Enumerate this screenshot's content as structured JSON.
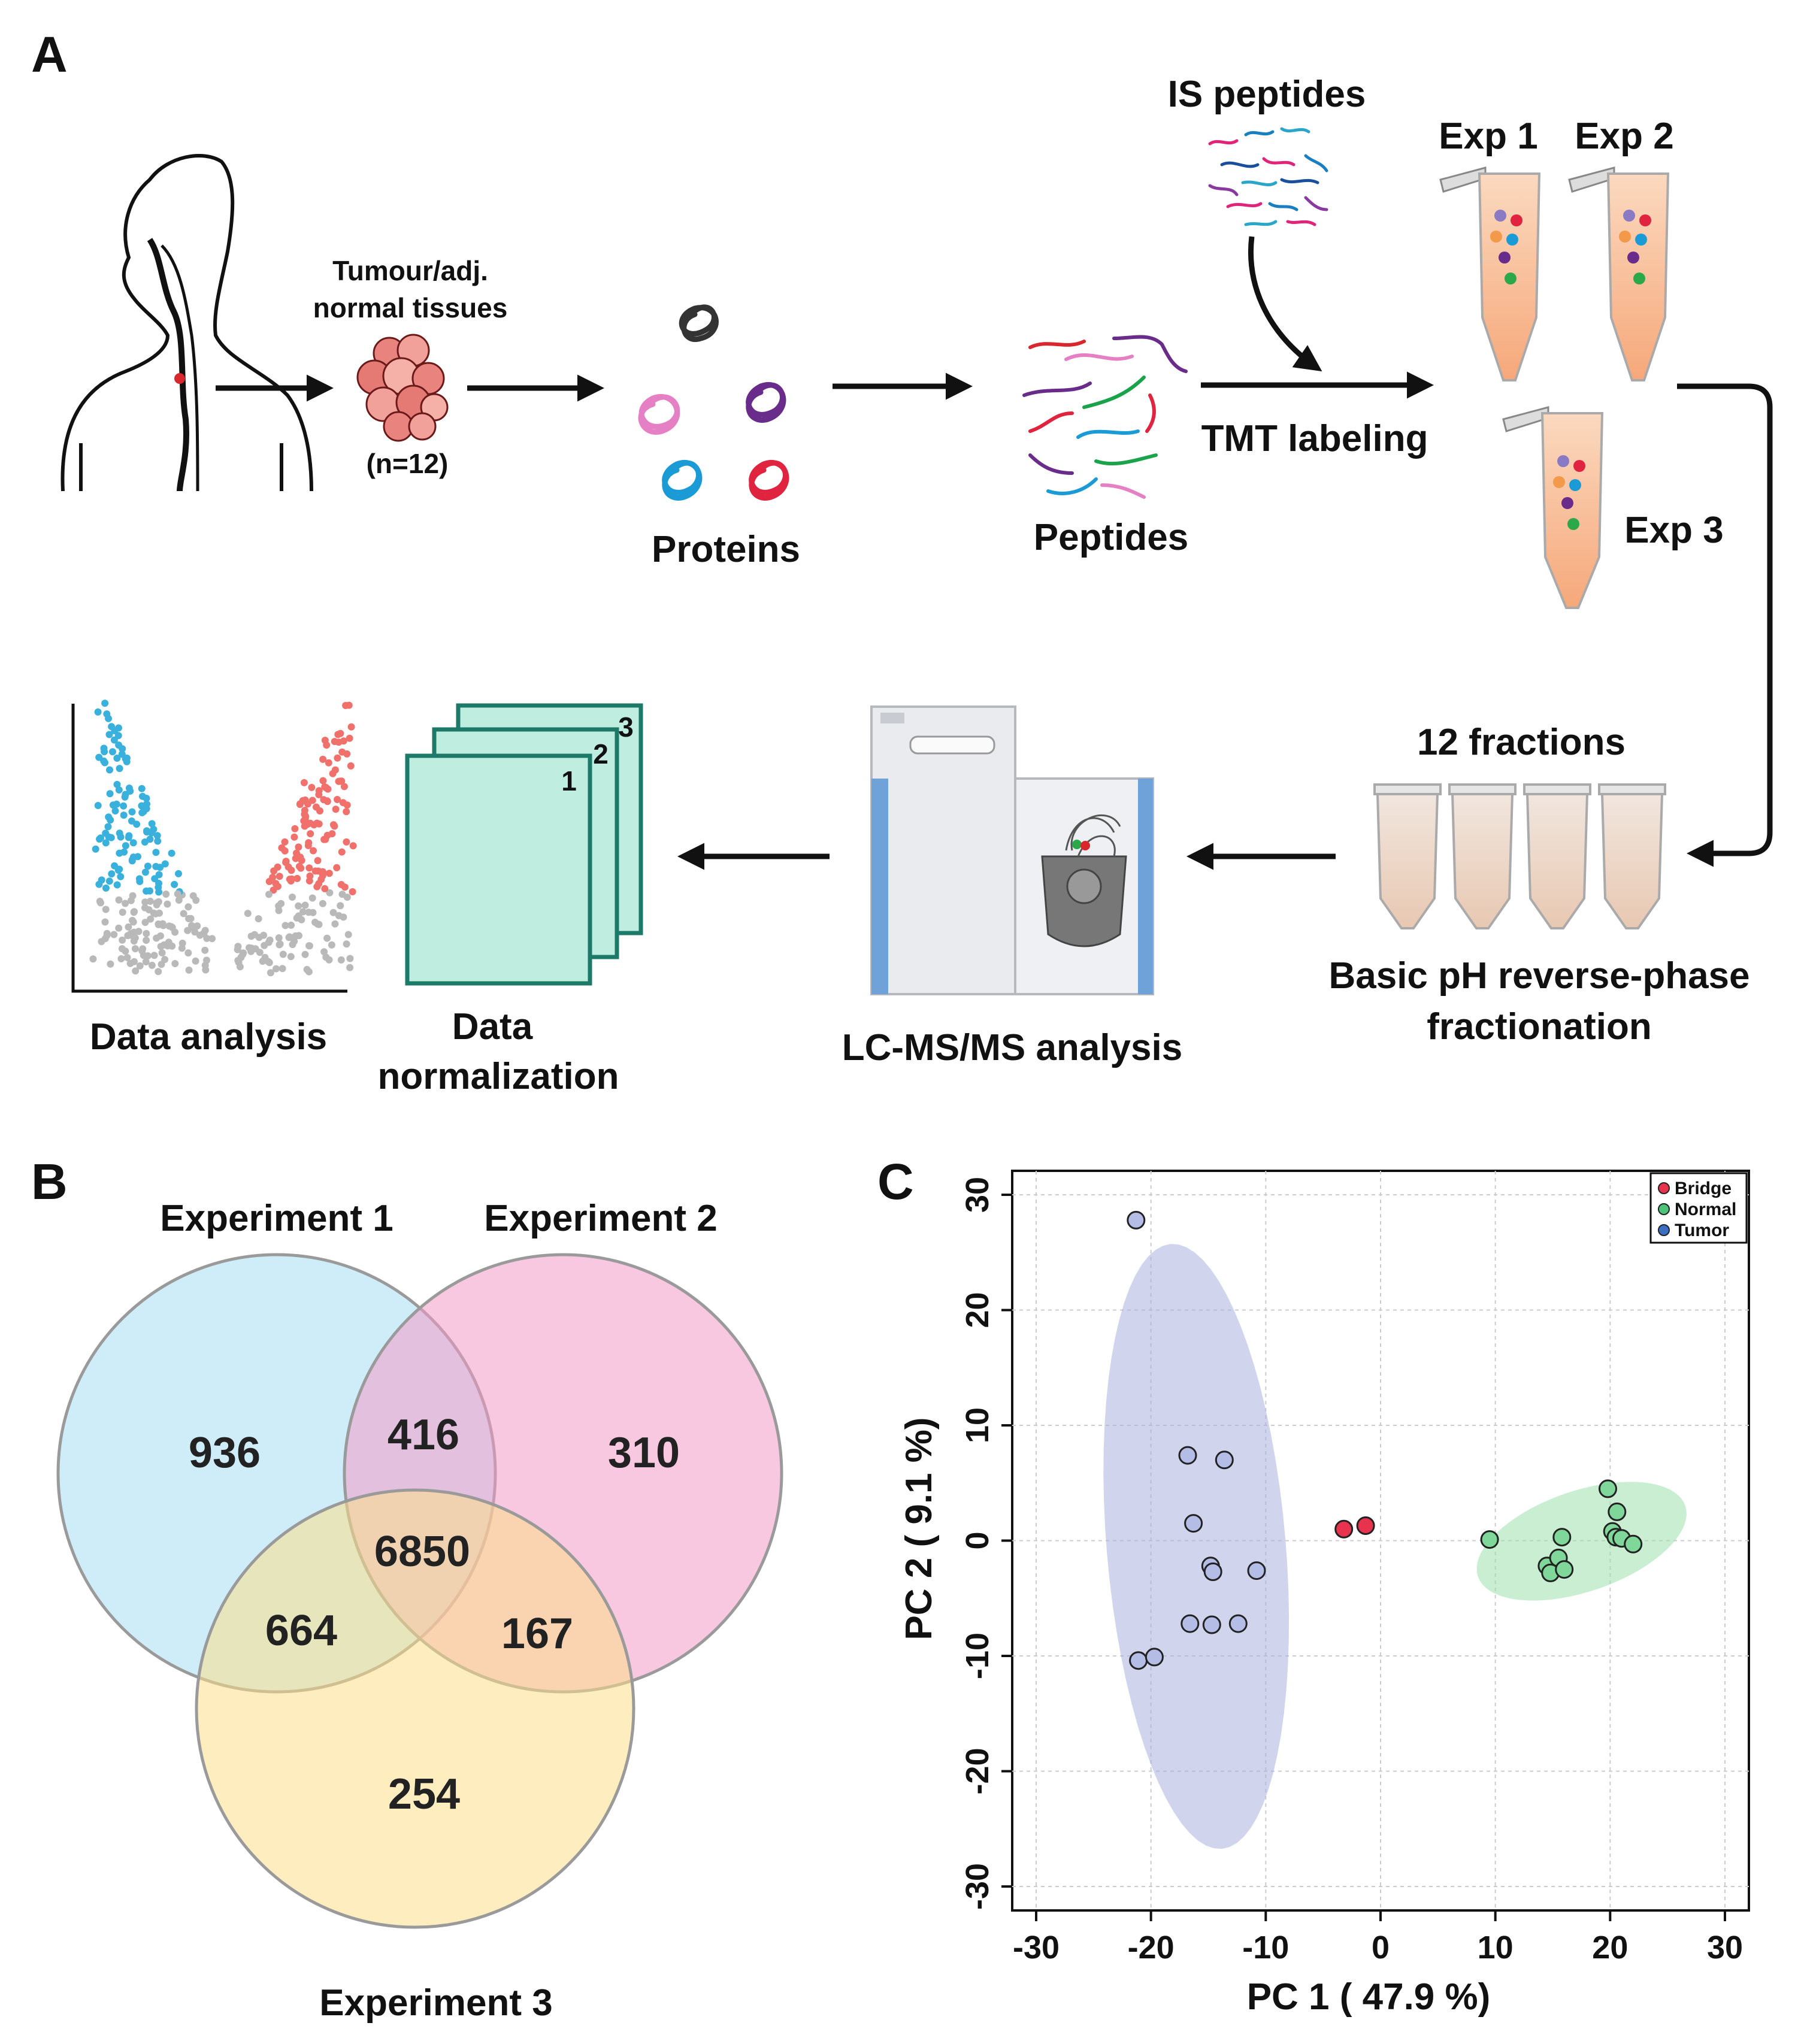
{
  "panelA": {
    "letter": "A",
    "tissue_label_1": "Tumour/adj.",
    "tissue_label_2": "normal tissues",
    "n_label": "(n=12)",
    "proteins": "Proteins",
    "peptides": "Peptides",
    "is_peptides": "IS peptides",
    "tmt": "TMT labeling",
    "exp1": "Exp 1",
    "exp2": "Exp 2",
    "exp3": "Exp 3",
    "fractions": "12 fractions",
    "fractionation_1": "Basic pH reverse-phase",
    "fractionation_2": "fractionation",
    "lcms": "LC-MS/MS analysis",
    "norm_1": "Data",
    "norm_2": "normalization",
    "page1": "1",
    "page2": "2",
    "page3": "3",
    "analysis": "Data analysis"
  },
  "panelB": {
    "letter": "B",
    "set1": "Experiment 1",
    "set2": "Experiment 2",
    "set3": "Experiment 3",
    "only1": "936",
    "only2": "310",
    "only3": "254",
    "ab": "416",
    "ac": "664",
    "bc": "167",
    "abc": "6850",
    "colors": {
      "set1": "#a8def2",
      "set2": "#f29ac8",
      "set3": "#fbdf8a"
    }
  },
  "panelC": {
    "letter": "C",
    "chart_data": {
      "type": "scatter",
      "xlabel": "PC 1 ( 47.9 %)",
      "ylabel": "PC 2 ( 9.1 %)",
      "xlim": [
        -30,
        30
      ],
      "ylim": [
        -30,
        30
      ],
      "xticks": [
        -30,
        -20,
        -10,
        0,
        10,
        20,
        30
      ],
      "yticks": [
        -30,
        -20,
        -10,
        0,
        10,
        20,
        30
      ],
      "grid": true,
      "legend_position": "top-right",
      "series": [
        {
          "name": "Bridge",
          "color": "#e8334f",
          "points": [
            [
              -3.2,
              1.0
            ],
            [
              -1.3,
              1.3
            ]
          ]
        },
        {
          "name": "Normal",
          "color": "#4cc47a",
          "points": [
            [
              9.5,
              0.1
            ],
            [
              14.5,
              -2.2
            ],
            [
              14.8,
              -2.8
            ],
            [
              15.5,
              -1.5
            ],
            [
              15.8,
              0.3
            ],
            [
              16.0,
              -2.5
            ],
            [
              19.8,
              4.5
            ],
            [
              20.2,
              0.8
            ],
            [
              20.5,
              0.3
            ],
            [
              20.6,
              2.5
            ],
            [
              21.0,
              0.2
            ],
            [
              22.0,
              -0.3
            ]
          ]
        },
        {
          "name": "Tumor",
          "color": "#3a6fc4",
          "points": [
            [
              -21.3,
              27.8
            ],
            [
              -21.1,
              -10.4
            ],
            [
              -19.7,
              -10.1
            ],
            [
              -16.8,
              7.4
            ],
            [
              -16.3,
              1.5
            ],
            [
              -16.6,
              -7.2
            ],
            [
              -14.8,
              -2.2
            ],
            [
              -14.6,
              -2.7
            ],
            [
              -14.7,
              -7.3
            ],
            [
              -13.6,
              7.0
            ],
            [
              -12.4,
              -7.2
            ],
            [
              -10.8,
              -2.6
            ]
          ]
        }
      ],
      "ellipses": [
        {
          "group": "Tumor",
          "fill": "#a9b1de"
        },
        {
          "group": "Normal",
          "fill": "#9fe0ad"
        }
      ]
    }
  }
}
